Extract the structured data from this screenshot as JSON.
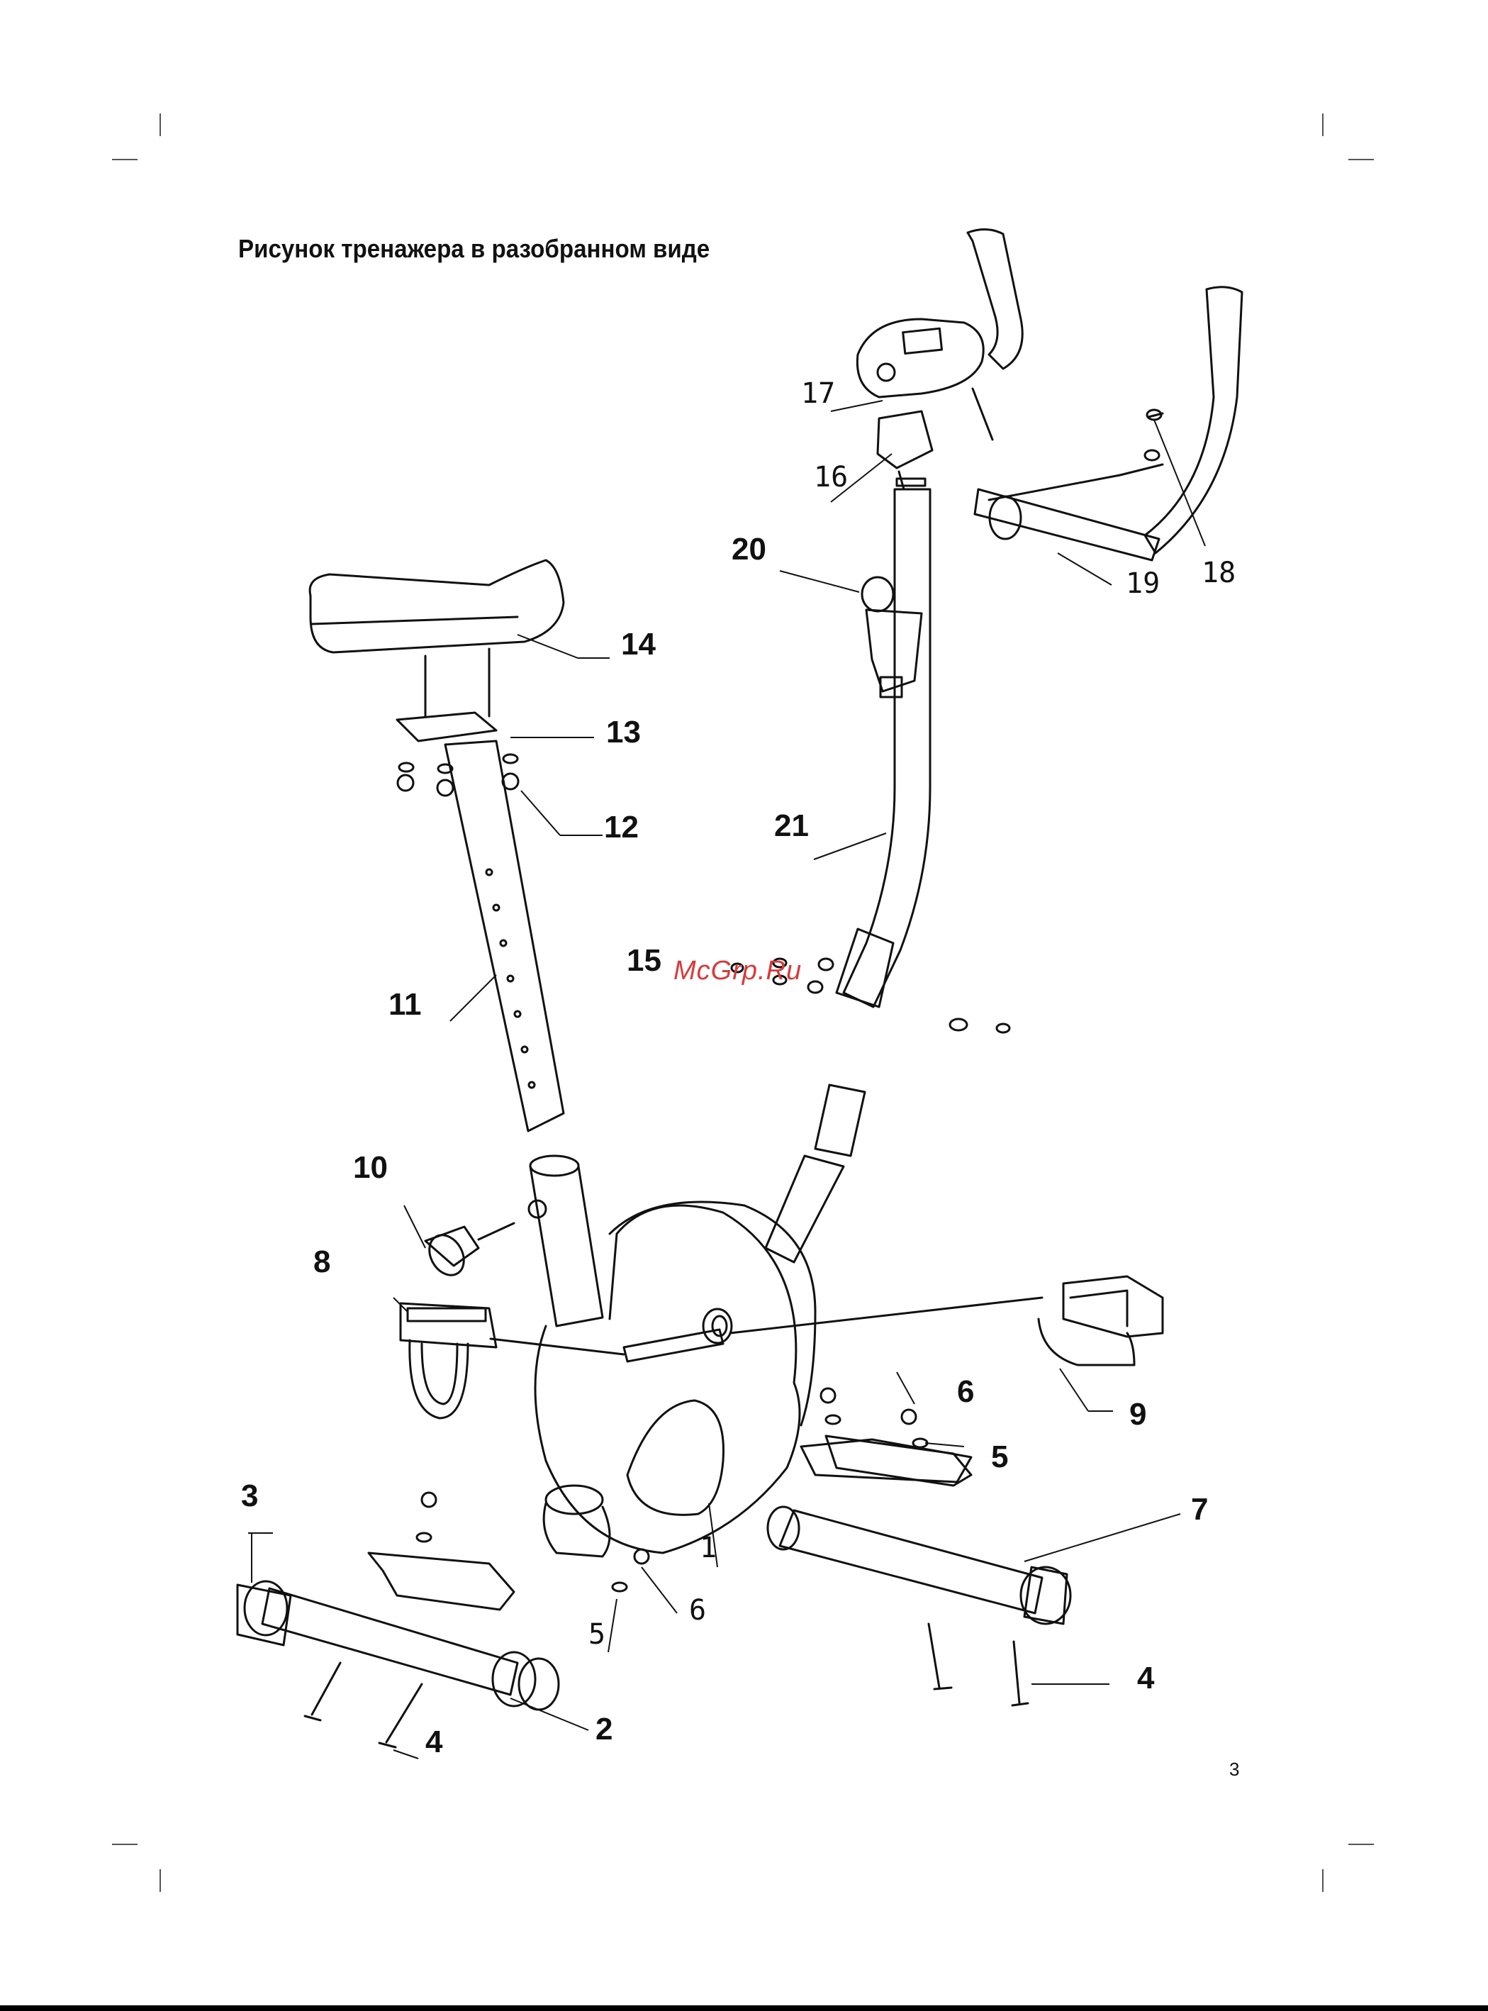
{
  "page": {
    "title": "Рисунок тренажера в разобранном виде",
    "page_number": "3",
    "watermark": "McGrp.Ru"
  },
  "parts": {
    "p1": "1",
    "p2": "2",
    "p3": "3",
    "p4a": "4",
    "p4b": "4",
    "p5a": "5",
    "p5b": "5",
    "p6a": "6",
    "p6b": "6",
    "p7": "7",
    "p8": "8",
    "p9": "9",
    "p10": "10",
    "p11": "11",
    "p12": "12",
    "p13": "13",
    "p14": "14",
    "p15": "15",
    "p16": "16",
    "p17": "17",
    "p18": "18",
    "p19": "19",
    "p20": "20",
    "p21": "21"
  }
}
